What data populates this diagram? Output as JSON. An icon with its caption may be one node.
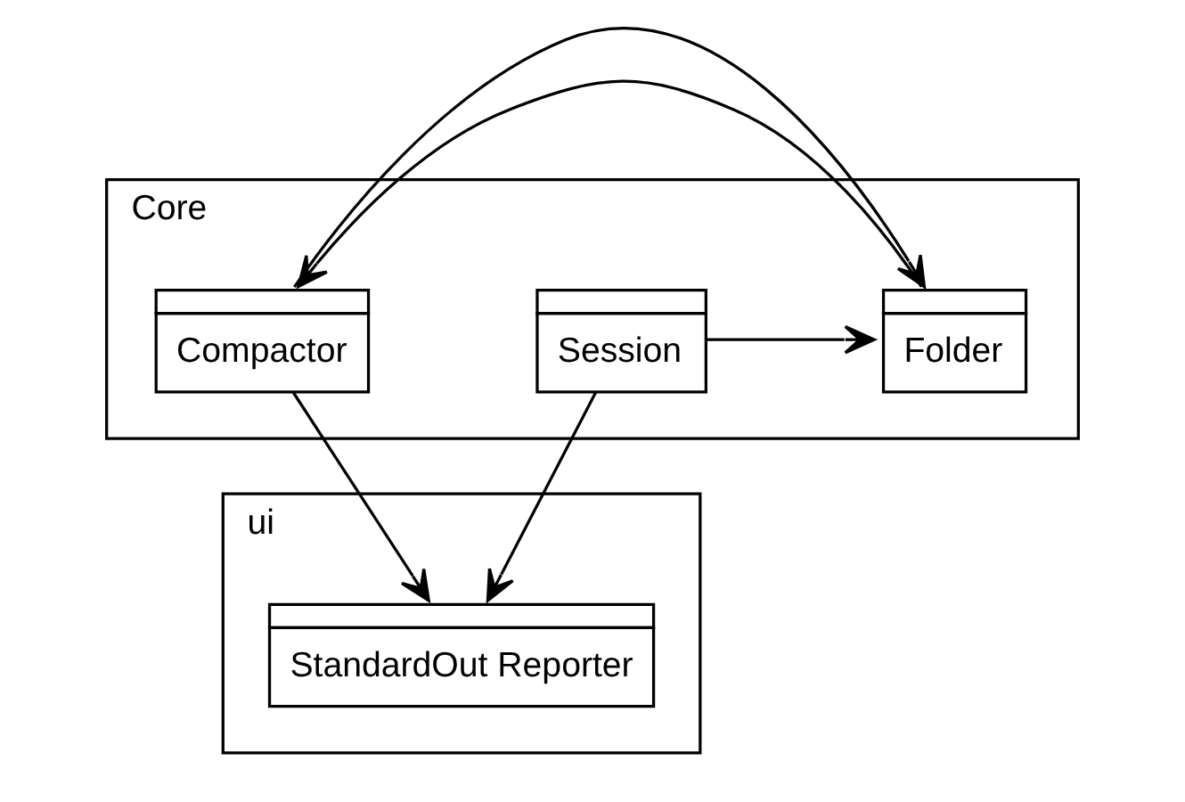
{
  "diagram": {
    "nodes": [
      {
        "text": [
          "Core"
        ]
      },
      {
        "text": [
          "Session"
        ],
        "in": 0
      },
      {
        "text": [
          "Folder"
        ],
        "in": 0
      },
      {
        "text": [
          "Compactor"
        ],
        "in": 0
      },
      {
        "text": [
          "ui"
        ]
      },
      {
        "text": [
          "StandardOut Reporter"
        ],
        "in": 4
      }
    ],
    "edges": [
      {
        "from": 1,
        "to": 2,
        "arrow": "to"
      },
      {
        "from": 2,
        "to": 3,
        "arrow": "to"
      },
      {
        "from": 3,
        "to": 2,
        "arrow": "to"
      },
      {
        "from": 1,
        "to": 5,
        "arrow": "to"
      },
      {
        "from": 3,
        "to": 5,
        "arrow": "to"
      }
    ]
  }
}
